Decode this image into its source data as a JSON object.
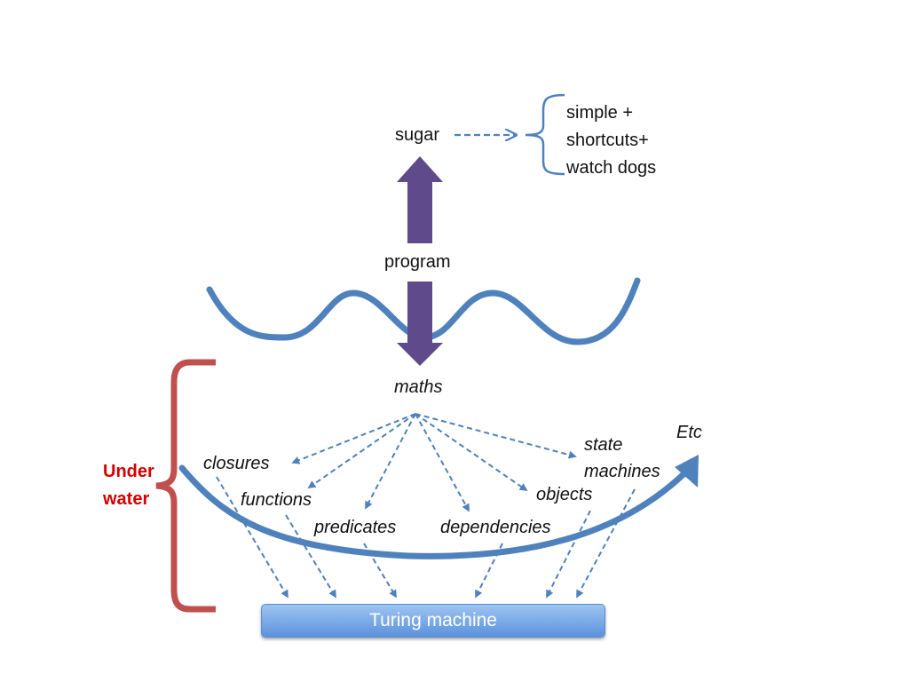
{
  "labels": {
    "sugar": "sugar",
    "program": "program",
    "maths": "maths",
    "under_water_line1": "Under",
    "under_water_line2": "water",
    "etc": "Etc",
    "turing_machine": "Turing machine"
  },
  "sugar_list": [
    "simple +",
    "shortcuts+",
    "watch dogs"
  ],
  "concepts": {
    "closures": "closures",
    "functions": "functions",
    "predicates": "predicates",
    "dependencies": "dependencies",
    "objects": "objects",
    "state_machines_line1": "state",
    "state_machines_line2": "machines"
  },
  "colors": {
    "wave": "#4f81bd",
    "purple_arrow": "#5f4b8b",
    "red_brace": "#c0504d",
    "dashed_arrow": "#4f81bd",
    "turing_box": "#5c92dc",
    "under_water_text": "#d40000"
  }
}
